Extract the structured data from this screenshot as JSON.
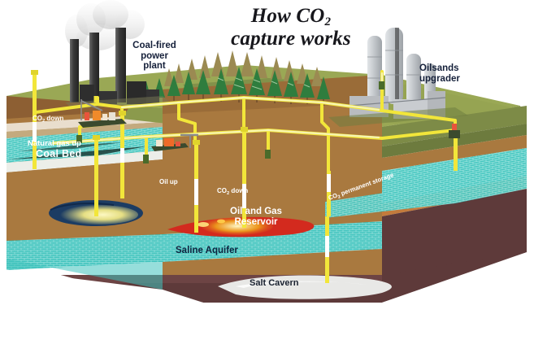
{
  "title": {
    "line1_pre": "How CO",
    "line1_sub": "2",
    "line2": "capture works"
  },
  "colors": {
    "pipeline": "#f2e63a",
    "pipeline_light": "#eaf25a",
    "surface_green": "#9aa855",
    "surface_green_dark": "#7d8b47",
    "soil_brown": "#a9793f",
    "soil_brown_dark": "#8d5f33",
    "aquifer_teal": "#3fc3bd",
    "aquifer_teal_light": "#7fd9d4",
    "deep_maroon": "#5e3a3a",
    "salt_white": "#e8e8e6",
    "reservoir_red": "#d32a1e",
    "label_navy": "#16213c",
    "smoke_gray": "#d9d9d9",
    "stack_gray": "#3b3b3b",
    "tower_gray": "#c6c9cd",
    "tree_green": "#2f7d3e",
    "tree_brown": "#9b8a52",
    "oil_pool_blue": "#1c3c63",
    "oil_pool_yellow": "#f6f1a8"
  },
  "surface_labels": [
    {
      "id": "coal-fired-power-plant",
      "text": "Coal-fired\npower\nplant"
    },
    {
      "id": "oilsands-upgrader",
      "text": "Oilsands\nupgrader"
    }
  ],
  "labels": {
    "coal_plant_l1": "Coal-fired",
    "coal_plant_l2": "power",
    "coal_plant_l3": "plant",
    "oilsands_l1": "Oilsands",
    "oilsands_l2": "upgrader",
    "co2_down_1_pre": "CO",
    "co2_down_1_sub": "2",
    "co2_down_1_post": " down",
    "natural_gas_up": "Natural gas up",
    "coal_bed": "Coal Bed",
    "oil_up": "Oil up",
    "co2_down_2_pre": "CO",
    "co2_down_2_sub": "2",
    "co2_down_2_post": " down",
    "oil_and_gas_l1": "Oil and Gas",
    "oil_and_gas_l2": "Reservoir",
    "saline_aquifer": "Saline Aquifer",
    "salt_cavern": "Salt Cavern",
    "perm_storage_pre": "CO",
    "perm_storage_sub": "2",
    "perm_storage_post": " permanent storage"
  },
  "diagram": {
    "kind": "cross-section-infographic",
    "subject": "CO2 capture and geological storage",
    "strata": [
      {
        "name": "surface-vegetation",
        "label": "",
        "color": "#9aa855"
      },
      {
        "name": "topsoil",
        "label": "",
        "color": "#a9793f"
      },
      {
        "name": "coal-bed",
        "label": "Coal Bed",
        "color": "#3fc3bd"
      },
      {
        "name": "oil-and-gas-reservoir",
        "label": "Oil and Gas Reservoir",
        "color": "#d32a1e"
      },
      {
        "name": "saline-aquifer",
        "label": "Saline Aquifer",
        "color": "#3fc3bd"
      },
      {
        "name": "salt-cavern",
        "label": "Salt Cavern",
        "color": "#e8e8e6"
      },
      {
        "name": "basement-rock",
        "label": "",
        "color": "#5e3a3a"
      }
    ],
    "facilities": [
      {
        "name": "coal-fired-power-plant",
        "stacks": 3
      },
      {
        "name": "oilsands-upgrader",
        "towers": 4
      },
      {
        "name": "wellhead-platform",
        "count": 2
      },
      {
        "name": "pumpjack-skid",
        "count": 1
      }
    ],
    "wells": [
      {
        "name": "co2-injection-well-coalbed",
        "direction": "down"
      },
      {
        "name": "natural-gas-production-well",
        "direction": "up"
      },
      {
        "name": "oil-production-well",
        "direction": "up"
      },
      {
        "name": "co2-injection-well-reservoir",
        "direction": "down"
      },
      {
        "name": "co2-injection-well-aquifer",
        "direction": "down"
      },
      {
        "name": "co2-injection-well-salt-cavern",
        "direction": "down"
      }
    ]
  }
}
